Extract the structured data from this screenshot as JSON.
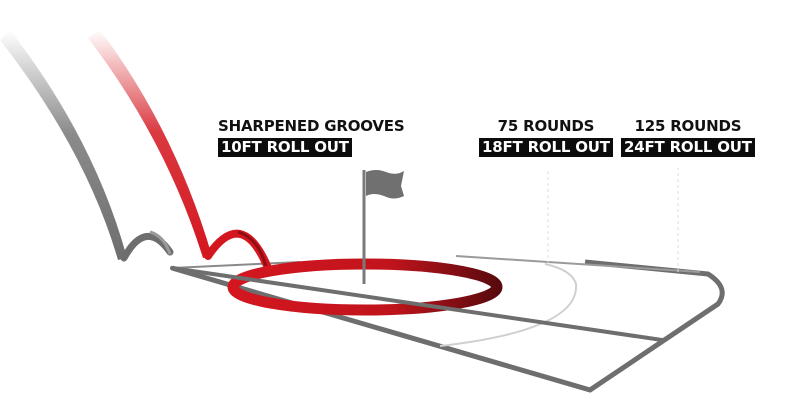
{
  "labels": {
    "sharpened": {
      "heading": "SHARPENED GROOVES",
      "rollout": "10FT ROLL OUT"
    },
    "rounds_75": {
      "heading": "75 ROUNDS",
      "rollout": "18FT ROLL OUT"
    },
    "rounds_125": {
      "heading": "125 ROUNDS",
      "rollout": "24FT ROLL OUT"
    }
  },
  "colors": {
    "red": "#d4161f",
    "gray": "#6e6e6e",
    "light_gray": "#bdbdbd",
    "label_bg": "#0c0c0c"
  },
  "icons": {
    "flag": "flag-icon"
  }
}
